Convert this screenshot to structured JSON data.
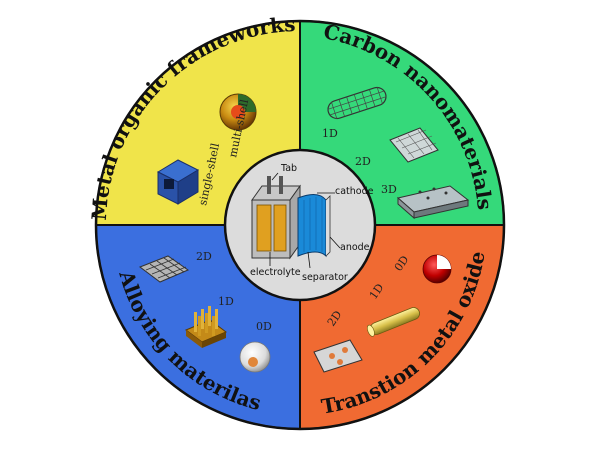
{
  "quadrants": {
    "mof": {
      "label": "Metal organic frameworks",
      "color": "#f0e44a",
      "single_shell": "single-shell",
      "multi_shell": "multi-shell"
    },
    "carbon": {
      "label": "Carbon nanomaterials",
      "color": "#35d97a",
      "d1": "1D",
      "d2": "2D",
      "d3": "3D"
    },
    "alloy": {
      "label": "Alloying materilas",
      "color": "#3b6fe0",
      "d2": "2D",
      "d1": "1D",
      "d0": "0D"
    },
    "tmo": {
      "label": "Transtion metal oxide",
      "color": "#f06a32",
      "d0": "0D",
      "d1": "1D",
      "d2": "2D"
    }
  },
  "battery": {
    "tab": "Tab",
    "cathode": "cathode",
    "anode": "anode",
    "electrolyte": "electrolyte",
    "separator": "separator"
  }
}
